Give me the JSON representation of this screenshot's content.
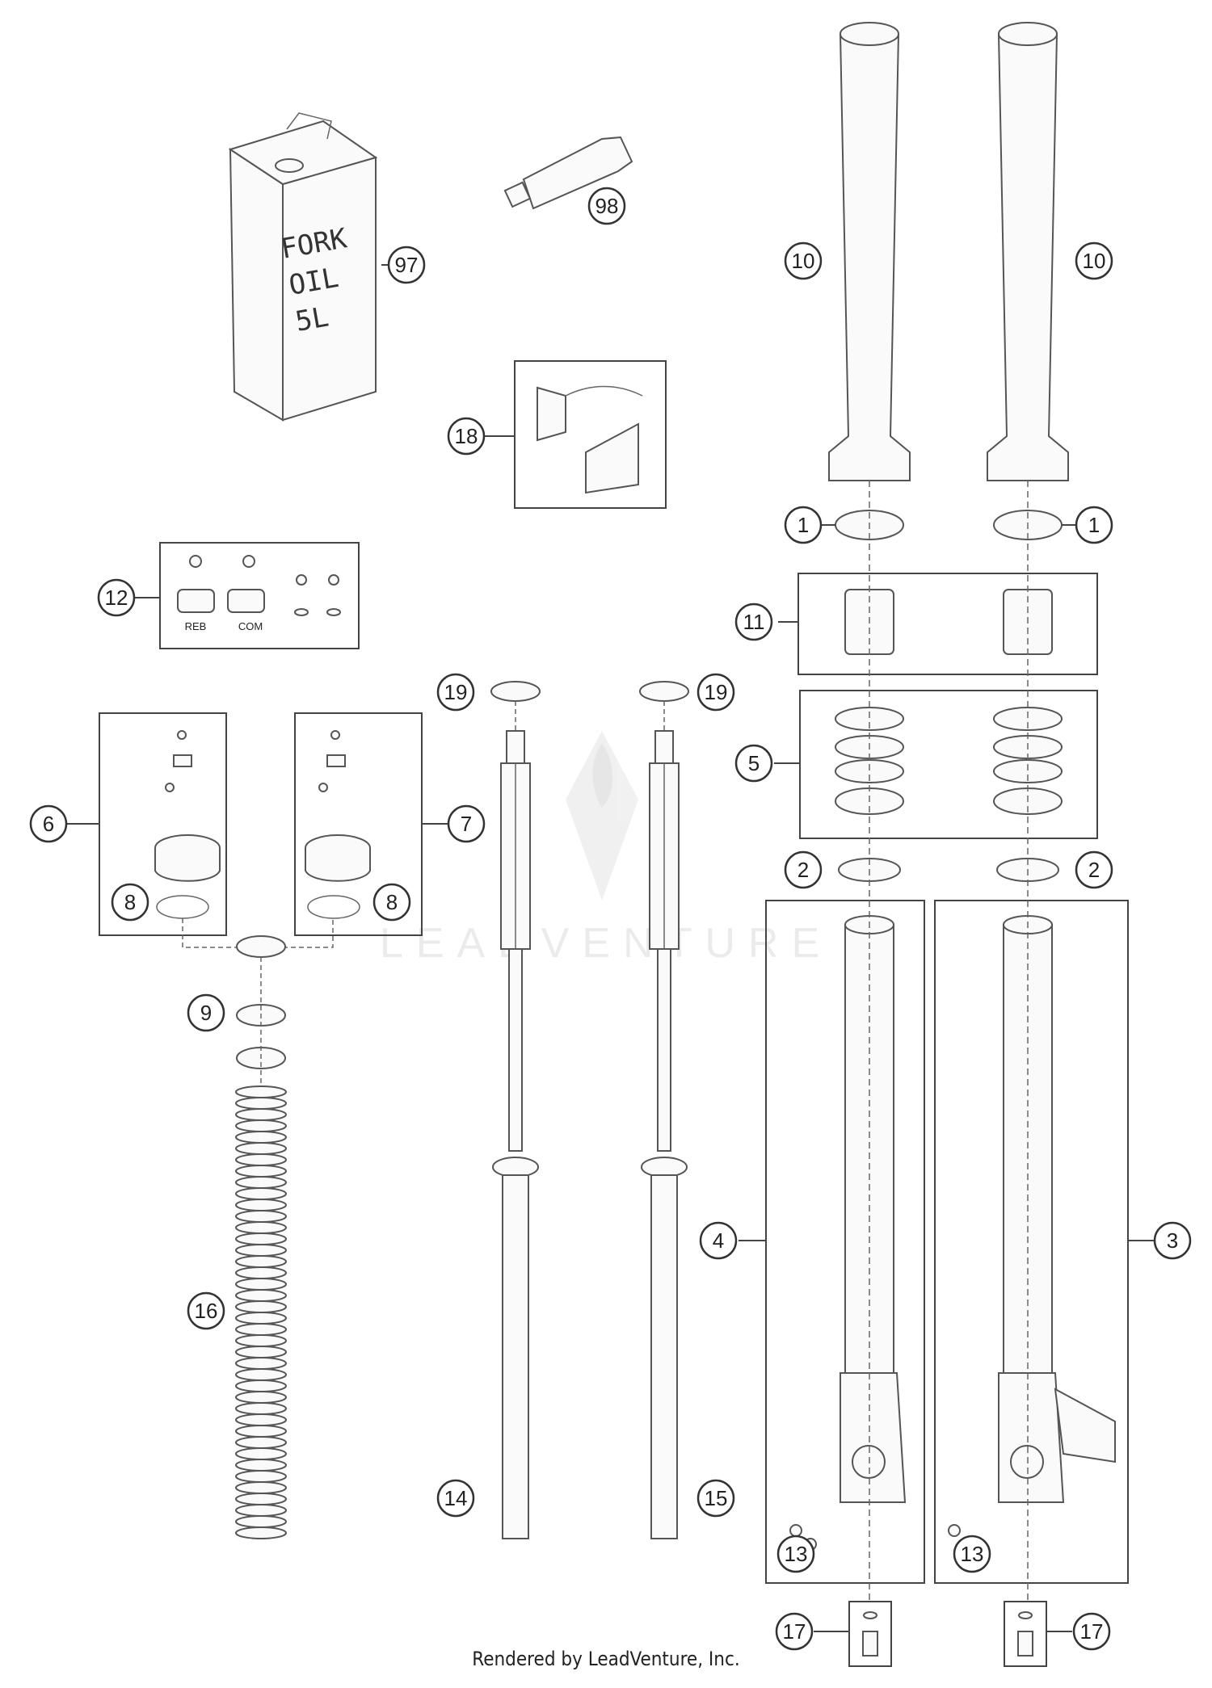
{
  "callouts": [
    {
      "n": "97"
    },
    {
      "n": "98"
    },
    {
      "n": "10"
    },
    {
      "n": "10"
    },
    {
      "n": "18"
    },
    {
      "n": "1"
    },
    {
      "n": "1"
    },
    {
      "n": "12"
    },
    {
      "n": "11"
    },
    {
      "n": "19"
    },
    {
      "n": "19"
    },
    {
      "n": "5"
    },
    {
      "n": "6"
    },
    {
      "n": "7"
    },
    {
      "n": "2"
    },
    {
      "n": "2"
    },
    {
      "n": "8"
    },
    {
      "n": "8"
    },
    {
      "n": "9"
    },
    {
      "n": "4"
    },
    {
      "n": "3"
    },
    {
      "n": "16"
    },
    {
      "n": "14"
    },
    {
      "n": "15"
    },
    {
      "n": "13"
    },
    {
      "n": "13"
    },
    {
      "n": "17"
    },
    {
      "n": "17"
    }
  ],
  "oil_can": {
    "line1": "FORK",
    "line2": "OIL",
    "line3": "5L"
  },
  "adjuster_labels": {
    "reb": "REB",
    "com": "COM"
  },
  "watermark": "LEADVENTURE",
  "footer": "Rendered by LeadVenture, Inc."
}
